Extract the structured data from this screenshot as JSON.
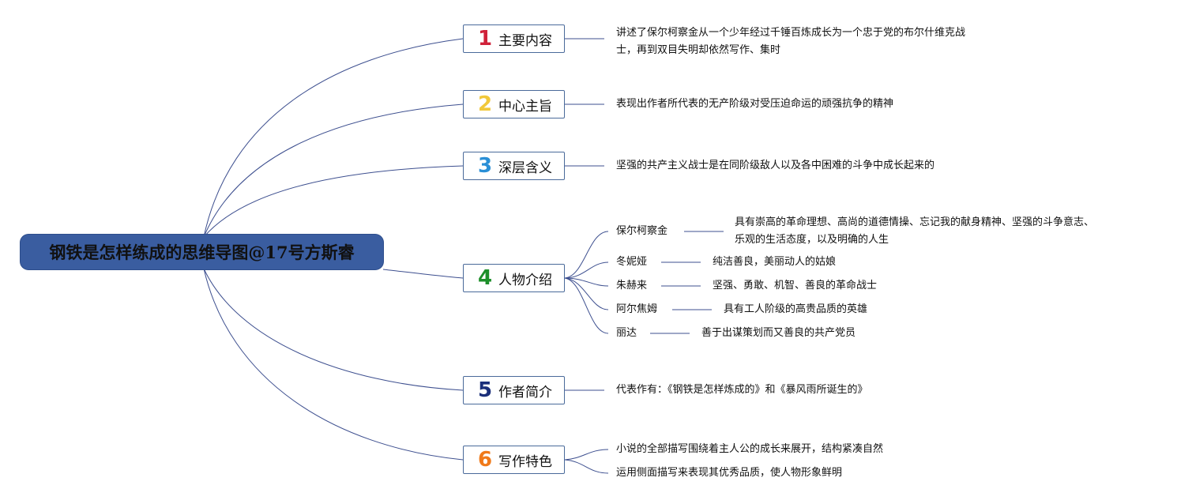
{
  "root": {
    "title": "钢铁是怎样练成的思维导图@17号方斯睿"
  },
  "topics": [
    {
      "number": "1",
      "label": "主要内容",
      "color": "#d0223a",
      "details": [
        "讲述了保尔柯察金从一个少年经过千锤百炼成长为一个忠于党的布尔什维克战",
        "士，再到双目失明却依然写作、集时"
      ]
    },
    {
      "number": "2",
      "label": "中心主旨",
      "color": "#f1c83a",
      "details": [
        "表现出作者所代表的无产阶级对受压迫命运的顽强抗争的精神"
      ]
    },
    {
      "number": "3",
      "label": "深层含义",
      "color": "#2a8fd6",
      "details": [
        "坚强的共产主义战士是在同阶级敌人以及各中困难的斗争中成长起来的"
      ]
    },
    {
      "number": "4",
      "label": "人物介绍",
      "color": "#1d8f2a",
      "characters": [
        {
          "name": "保尔柯察金",
          "desc": [
            "具有崇高的革命理想、高尚的道德情操、忘记我的献身精神、坚强的斗争意志、",
            "乐观的生活态度，以及明确的人生"
          ]
        },
        {
          "name": "冬妮娅",
          "desc": [
            "纯洁善良，美丽动人的姑娘"
          ]
        },
        {
          "name": "朱赫来",
          "desc": [
            "坚强、勇敢、机智、善良的革命战士"
          ]
        },
        {
          "name": "阿尔焦姆",
          "desc": [
            "具有工人阶级的高贵品质的英雄"
          ]
        },
        {
          "name": "丽达",
          "desc": [
            "善于出谋策划而又善良的共产党员"
          ]
        }
      ]
    },
    {
      "number": "5",
      "label": "作者简介",
      "color": "#1b2f7a",
      "details": [
        "代表作有：《钢铁是怎样炼成的》和《暴风雨所诞生的》"
      ]
    },
    {
      "number": "6",
      "label": "写作特色",
      "color": "#f07a1a",
      "points": [
        "小说的全部描写围绕着主人公的成长来展开，结构紧凑自然",
        "运用侧面描写来表现其优秀品质，使人物形象鲜明"
      ]
    }
  ],
  "line_color": "#3d4f8f"
}
